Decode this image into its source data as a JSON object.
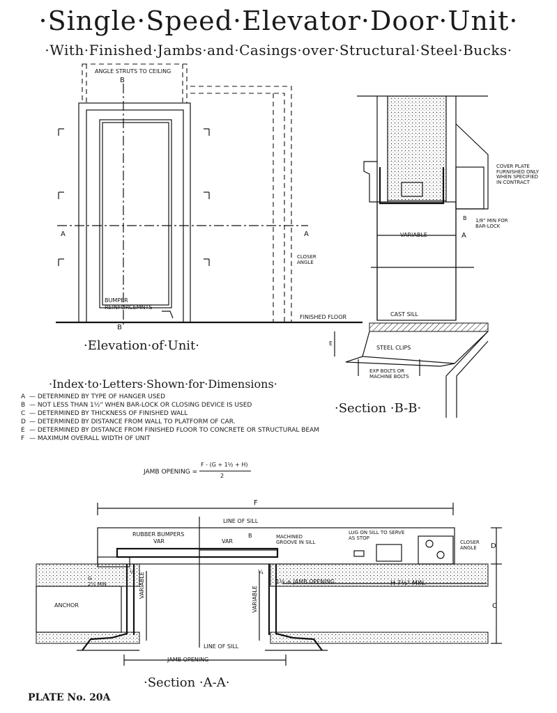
{
  "title": "·Single·Speed·Elevator·Door·Unit·",
  "subtitle": "·With·Finished·Jambs·and·Casings·over·Structural·Steel·Bucks·",
  "elevation": {
    "caption": "·Elevation·of·Unit·",
    "labels": {
      "angle_struts": "ANGLE STRUTS TO CEILING",
      "b_top": "B",
      "b_bottom": "B",
      "a_left": "A",
      "a_right": "A",
      "closer_angle": "CLOSER\nANGLE",
      "bumper": "BUMPER",
      "reinforcements": "REINFORCEMNTS",
      "finished_floor": "FINISHED FLOOR"
    }
  },
  "section_bb": {
    "caption": "·Section ·B-B·",
    "labels": {
      "cover_plate": "COVER PLATE\nFURNISHED ONLY\nWHEN SPECIFIED\nIN CONTRACT",
      "b_dim": "B",
      "min_for": "1/8\" MIN FOR\nBAR-LOCK",
      "variable": "VARIABLE",
      "a_mark": "A",
      "cast_sill": "CAST SILL",
      "e_mark": "E",
      "steel_clips": "STEEL CLIPS",
      "exp_bolts": "EXP BOLTS OR\nMACHINE BOLTS"
    }
  },
  "index": {
    "title": "·Index·to·Letters·Shown·for·Dimensions·",
    "items": [
      {
        "key": "A",
        "text": "DETERMINED BY TYPE OF HANGER USED"
      },
      {
        "key": "B",
        "text": "NOT LESS THAN 1½\" WHEN BAR-LOCK OR CLOSING DEVICE IS USED"
      },
      {
        "key": "C",
        "text": "DETERMINED BY THICKNESS OF FINISHED WALL"
      },
      {
        "key": "D",
        "text": "DETERMINED BY DISTANCE FROM WALL TO PLATFORM OF CAR."
      },
      {
        "key": "E",
        "text": "DETERMINED BY DISTANCE FROM FINISHED FLOOR TO CONCRETE OR STRUCTURAL BEAM"
      },
      {
        "key": "F",
        "text": "MAXIMUM OVERALL WIDTH OF UNIT"
      }
    ]
  },
  "formula": {
    "label": "JAMB OPENING =",
    "numerator": "F - (G + 1½ + H)",
    "denominator": "2"
  },
  "section_aa": {
    "caption": "·Section ·A-A·",
    "labels": {
      "f_dim": "F",
      "line_of_sill_top": "LINE OF SILL",
      "rubber_bumpers": "RUBBER BUMPERS",
      "var1": "VAR",
      "var2": "VAR",
      "b_mark": "B",
      "machined_groove": "MACHINED\nGROOVE IN SILL",
      "lug_on_sill": "LUG ON SILL TO SERVE\nAS STOP",
      "closer_angle": "CLOSER\nANGLE",
      "d_mark": "D",
      "g_min": "G\n2½ MIN",
      "quarter1": "¼",
      "quarter2": "¼",
      "jamb_opening_mid": "1½ + JAMB OPENING",
      "h_min": "H  7½\" MIN.",
      "anchor": "ANCHOR",
      "variable1": "VARIABLE",
      "variable2": "VARIABLE",
      "c_mark": "C",
      "line_of_sill_bottom": "LINE OF SILL",
      "jamb_opening_bottom": "JAMB OPENING"
    }
  },
  "plate": "PLATE No. 20A"
}
